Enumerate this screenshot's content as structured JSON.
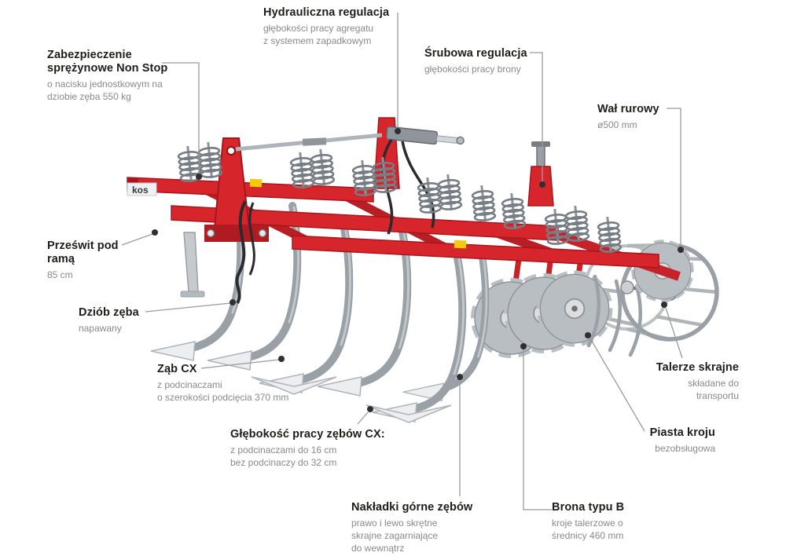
{
  "figure": {
    "brand": "kos",
    "subject": "cultivator-parts-diagram"
  },
  "colors": {
    "frame_red": "#d6252b",
    "frame_red_dark": "#a8161d",
    "metal_grey": "#9aa0a5",
    "leader_line": "#9b9b9b",
    "leader_dot": "#2f2f2f",
    "title_text": "#1d1d1b",
    "desc_text": "#8a8a8a"
  },
  "labels": {
    "non_stop": {
      "title": "Zabezpieczenie\nsprężynowe Non Stop",
      "desc": "o nacisku jednostkowym na\ndziobie zęba 550 kg"
    },
    "hydraulic": {
      "title": "Hydrauliczna regulacja",
      "desc": "głębokości pracy agregatu\nz systemem zapadkowym"
    },
    "screw": {
      "title": "Śrubowa regulacja",
      "desc": "głębokości pracy brony"
    },
    "roller": {
      "title": "Wał rurowy",
      "desc": "ø500 mm"
    },
    "clearance": {
      "title": "Prześwit pod\nramą",
      "desc": "85 cm"
    },
    "beak": {
      "title": "Dziób zęba",
      "desc": "napawany"
    },
    "tine": {
      "title": "Ząb CX",
      "desc": "z podcinaczami\no szerokości podcięcia 370 mm"
    },
    "depth": {
      "title": "Głębokość pracy zębów CX:",
      "desc": "z podcinaczami do 16 cm\nbez podcinaczy do 32 cm"
    },
    "overlays": {
      "title": "Nakładki górne zębów",
      "desc": "prawo i lewo skrętne\nskrajne zagarniające\ndo wewnątrz"
    },
    "harrow": {
      "title": "Brona typu B",
      "desc": "kroje talerzowe o\nśrednicy 460 mm"
    },
    "outer_discs": {
      "title": "Talerze skrajne",
      "desc": "składane do\ntransportu"
    },
    "hub": {
      "title": "Piasta kroju",
      "desc": "bezobsługowa"
    }
  }
}
